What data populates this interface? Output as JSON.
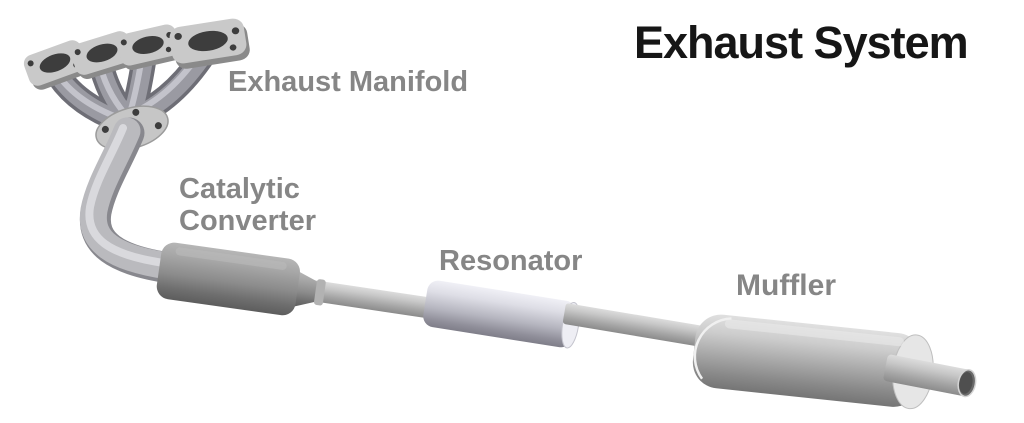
{
  "title": "Exhaust System",
  "labels": {
    "manifold": "Exhaust Manifold",
    "catalytic_line1": "Catalytic",
    "catalytic_line2": "Converter",
    "resonator": "Resonator",
    "muffler": "Muffler"
  },
  "colors": {
    "background": "#ffffff",
    "title_text": "#161616",
    "label_text": "#868686",
    "pipe_light": "#dcdcdc",
    "pipe_dark": "#8b8b8b",
    "catalytic_body": "#8c8c8c",
    "resonator_body": "#c7c7d1",
    "muffler_body": "#a8a8a8",
    "port_hole": "#3d3d3d"
  }
}
